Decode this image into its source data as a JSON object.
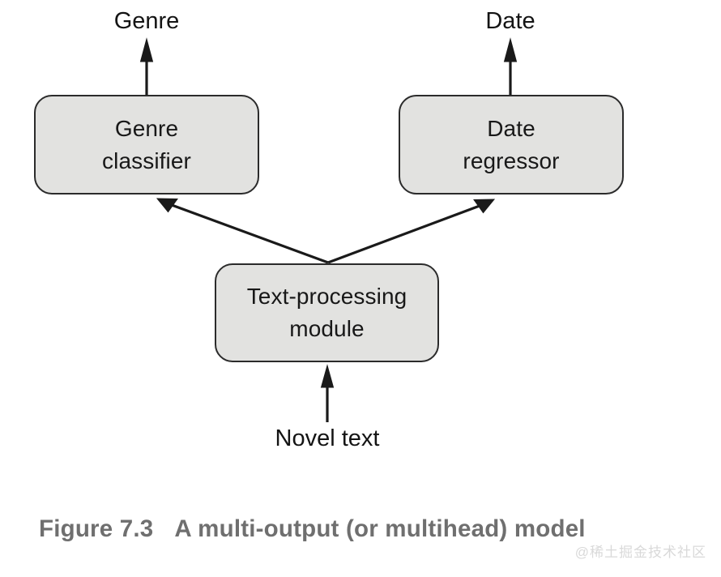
{
  "figure": {
    "caption_number": "Figure 7.3",
    "caption_text": "A multi-output (or multihead) model",
    "caption_color": "#6f6f6f",
    "background_color": "#ffffff"
  },
  "watermark": {
    "text": "@稀土掘金技术社区",
    "color": "#d9d9d9"
  },
  "diagram": {
    "type": "flowchart",
    "orientation": "bottom-to-top",
    "node_fill_color": "#e2e2e0",
    "node_border_color": "#2b2b2b",
    "arrow_color": "#1a1a1a",
    "nodes": [
      {
        "id": "genre-classifier",
        "kind": "process-box",
        "lines": [
          "Genre",
          "classifier"
        ]
      },
      {
        "id": "date-regressor",
        "kind": "process-box",
        "lines": [
          "Date",
          "regressor"
        ]
      },
      {
        "id": "text-processing-module",
        "kind": "process-box",
        "lines": [
          "Text-processing",
          "module"
        ]
      }
    ],
    "labels": [
      {
        "id": "input-novel-text",
        "text": "Novel text",
        "role": "input"
      },
      {
        "id": "output-genre",
        "text": "Genre",
        "role": "output"
      },
      {
        "id": "output-date",
        "text": "Date",
        "role": "output"
      }
    ],
    "edges": [
      {
        "from": "input-novel-text",
        "to": "text-processing-module"
      },
      {
        "from": "text-processing-module",
        "to": "genre-classifier"
      },
      {
        "from": "text-processing-module",
        "to": "date-regressor"
      },
      {
        "from": "genre-classifier",
        "to": "output-genre"
      },
      {
        "from": "date-regressor",
        "to": "output-date"
      }
    ]
  }
}
